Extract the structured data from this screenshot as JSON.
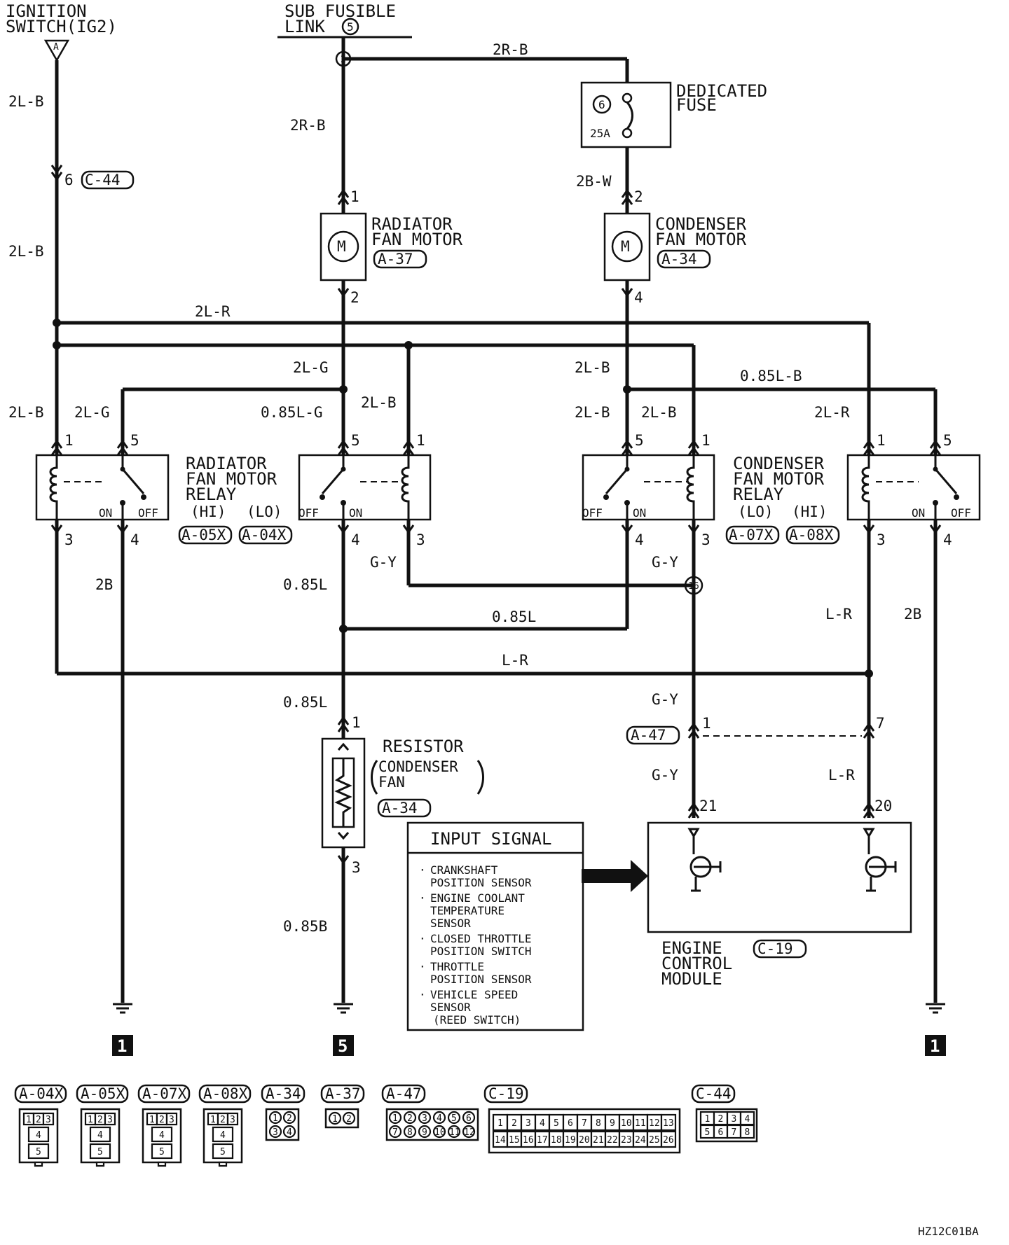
{
  "title_ignition": [
    "IGNITION",
    "SWITCH(IG2)"
  ],
  "ignition_terminal": "A",
  "title_sub_fusible": [
    "SUB FUSIBLE",
    "LINK"
  ],
  "sub_fusible_num": "5",
  "node_2": "2",
  "dedicated_fuse": {
    "name": [
      "DEDICATED",
      "FUSE"
    ],
    "num": "6",
    "rating": "25A"
  },
  "radiator_motor": {
    "name": [
      "RADIATOR",
      "FAN MOTOR"
    ],
    "conn": "A-37",
    "symbol": "M",
    "pin_top": "1",
    "pin_bot": "2"
  },
  "condenser_motor": {
    "name": [
      "CONDENSER",
      "FAN MOTOR"
    ],
    "conn": "A-34",
    "symbol": "M",
    "pin_top": "2",
    "pin_bot": "4"
  },
  "radiator_relay": {
    "name": [
      "RADIATOR",
      "FAN MOTOR",
      "RELAY"
    ],
    "hi": "(HI)",
    "lo": "(LO)",
    "conn_hi": "A-05X",
    "conn_lo": "A-04X"
  },
  "condenser_relay": {
    "name": [
      "CONDENSER",
      "FAN MOTOR",
      "RELAY"
    ],
    "lo": "(LO)",
    "hi": "(HI)",
    "conn_lo": "A-07X",
    "conn_hi": "A-08X"
  },
  "switch_on": "ON",
  "switch_off": "OFF",
  "relay_pins": {
    "p1": "1",
    "p3": "3",
    "p4": "4",
    "p5": "5"
  },
  "c44": {
    "pin": "6",
    "conn": "C-44"
  },
  "resistor": {
    "name": [
      "RESISTOR",
      "CONDENSER",
      "FAN"
    ],
    "conn": "A-34",
    "pin_top": "1",
    "pin_bot": "3"
  },
  "a47": {
    "conn": "A-47",
    "pin_left": "1",
    "pin_right": "7"
  },
  "ecm": {
    "name": [
      "ENGINE",
      "CONTROL",
      "MODULE"
    ],
    "conn": "C-19",
    "pin_left": "21",
    "pin_right": "20"
  },
  "junction_16": "16",
  "input_signal": {
    "title": "INPUT SIGNAL",
    "items": [
      [
        "CRANKSHAFT",
        "POSITION SENSOR"
      ],
      [
        "ENGINE COOLANT",
        "TEMPERATURE",
        "SENSOR"
      ],
      [
        "CLOSED THROTTLE",
        "POSITION SWITCH"
      ],
      [
        "THROTTLE",
        "POSITION SENSOR"
      ],
      [
        "VEHICLE SPEED",
        "SENSOR",
        "(REED SWITCH)"
      ]
    ]
  },
  "wires": {
    "w2LB_top": "2L-B",
    "w2LB_mid": "2L-B",
    "w2LB_r1": "2L-B",
    "w2RB_h": "2R-B",
    "w2RB_v": "2R-B",
    "w2BW": "2B-W",
    "w2LR_h": "2L-R",
    "w2LG_a": "2L-G",
    "w2LG_b": "2L-G",
    "w085LG": "0.85L-G",
    "w2LB_r2": "2L-B",
    "w2LB_c1": "2L-B",
    "w2LB_c2": "2L-B",
    "w2LB_c3": "2L-B",
    "w085LB": "0.85L-B",
    "w2LR_r4": "2L-R",
    "w2B_l": "2B",
    "w2B_r": "2B",
    "w085L_a": "0.85L",
    "w085L_b": "0.85L",
    "w085L_c": "0.85L",
    "wGY_a": "G-Y",
    "wGY_b": "G-Y",
    "wGY_c": "G-Y",
    "wGY_d": "G-Y",
    "wLR_a": "L-R",
    "wLR_b": "L-R",
    "wLR_c": "L-R",
    "w085B": "0.85B"
  },
  "grounds": {
    "g1": "1",
    "g5": "5",
    "g1b": "1"
  },
  "connector_views": [
    {
      "label": "A-04X",
      "cells": [
        "1",
        "2",
        "3",
        "4",
        "5"
      ]
    },
    {
      "label": "A-05X",
      "cells": [
        "1",
        "2",
        "3",
        "4",
        "5"
      ]
    },
    {
      "label": "A-07X",
      "cells": [
        "1",
        "2",
        "3",
        "4",
        "5"
      ]
    },
    {
      "label": "A-08X",
      "cells": [
        "1",
        "2",
        "3",
        "4",
        "5"
      ]
    },
    {
      "label": "A-34",
      "cells": [
        "1",
        "2",
        "3",
        "4"
      ]
    },
    {
      "label": "A-37",
      "cells": [
        "1",
        "2"
      ]
    },
    {
      "label": "A-47",
      "cells": [
        "1",
        "2",
        "3",
        "4",
        "5",
        "6",
        "7",
        "8",
        "9",
        "10",
        "11",
        "12"
      ]
    },
    {
      "label": "C-19",
      "cells": [
        "1",
        "2",
        "3",
        "4",
        "5",
        "6",
        "7",
        "8",
        "9",
        "10",
        "11",
        "12",
        "13",
        "14",
        "15",
        "16",
        "17",
        "18",
        "19",
        "20",
        "21",
        "22",
        "23",
        "24",
        "25",
        "26"
      ]
    },
    {
      "label": "C-44",
      "cells": [
        "1",
        "2",
        "3",
        "4",
        "5",
        "6",
        "7",
        "8"
      ]
    }
  ],
  "figure_code": "HZ12C01BA"
}
